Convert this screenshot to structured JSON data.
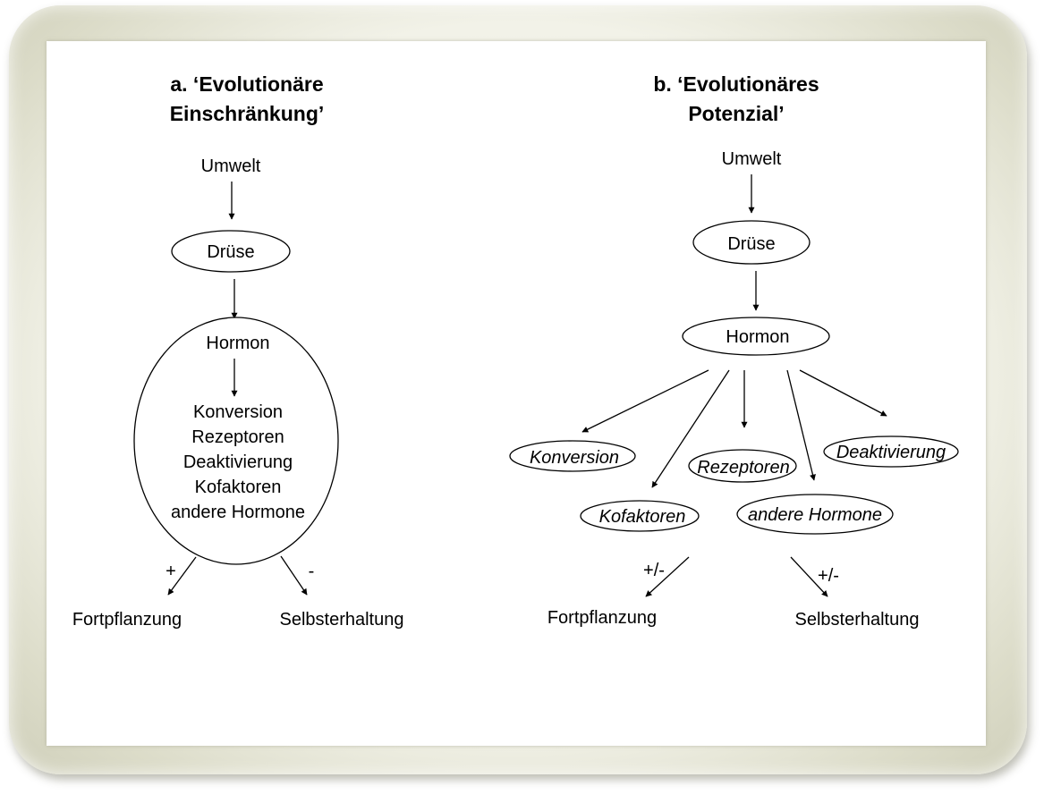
{
  "panel_a": {
    "title_line1": "a. ‘Evolutionäre",
    "title_line2": "Einschränkung’",
    "environment": "Umwelt",
    "gland": "Drüse",
    "hormone": "Hormon",
    "factors": [
      "Konversion",
      "Rezeptoren",
      "Deaktivierung",
      "Kofaktoren",
      "andere Hormone"
    ],
    "sign_plus": "+",
    "sign_minus": "-",
    "outcome_left": "Fortpflanzung",
    "outcome_right": "Selbsterhaltung"
  },
  "panel_b": {
    "title_line1": "b. ‘Evolutionäres",
    "title_line2": "Potenzial’",
    "environment": "Umwelt",
    "gland": "Drüse",
    "hormone": "Hormon",
    "factors": [
      "Konversion",
      "Rezeptoren",
      "Deaktivierung",
      "Kofaktoren",
      "andere Hormone"
    ],
    "sign_left": "+/-",
    "sign_right": "+/-",
    "outcome_left": "Fortpflanzung",
    "outcome_right": "Selbsterhaltung"
  }
}
